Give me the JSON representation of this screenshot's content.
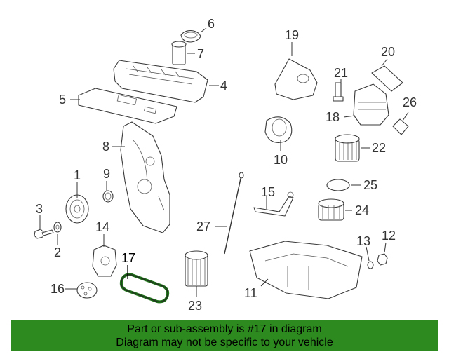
{
  "diagram": {
    "callouts": [
      "1",
      "2",
      "3",
      "4",
      "5",
      "6",
      "7",
      "8",
      "9",
      "10",
      "11",
      "12",
      "13",
      "14",
      "15",
      "16",
      "17",
      "18",
      "19",
      "20",
      "21",
      "22",
      "23",
      "24",
      "25",
      "26",
      "27"
    ],
    "highlighted_part": "17",
    "highlight_color": "#1f6e1a"
  },
  "banner": {
    "line1": "Part or sub-assembly is #17 in diagram",
    "line2": "Diagram may not be specific to your vehicle",
    "background": "#2d8a1e"
  }
}
